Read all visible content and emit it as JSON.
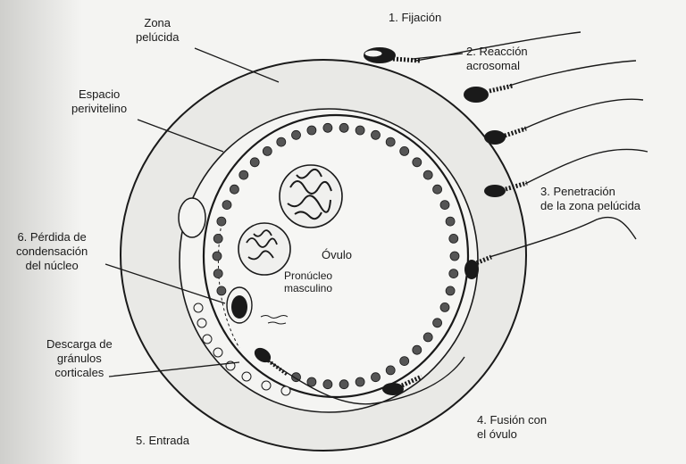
{
  "labels": {
    "zona_pelucida": "Zona\npelúcida",
    "espacio_perivitelino": "Espacio\nperivitelino",
    "fijacion": "1. Fijación",
    "reaccion_acrosomal": "2. Reacción\nacrosomal",
    "penetracion": "3. Penetración\nde la zona pelúcida",
    "fusion": "4. Fusión con\nel óvulo",
    "entrada": "5. Entrada",
    "perdida_condensacion": "6. Pérdida de\ncondensación\ndel núcleo",
    "descarga_granulos": "Descarga de\ngránulos\ncorticales",
    "ovulo": "Óvulo",
    "pronucleo_masculino": "Pronúcleo\nmasculino"
  },
  "colors": {
    "background": "#f4f4f2",
    "zona": "#e9e9e6",
    "ink": "#1a1a1a",
    "granule": "#555555"
  }
}
